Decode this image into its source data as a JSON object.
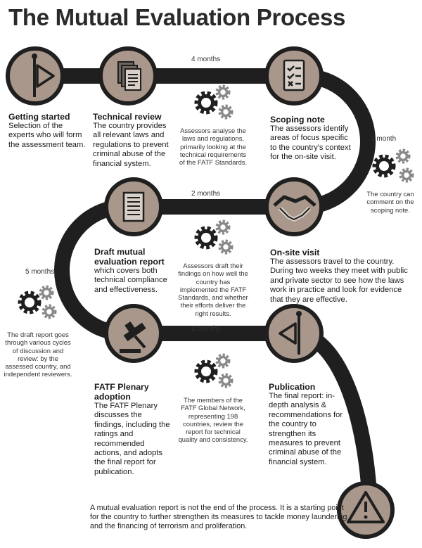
{
  "title": "The Mutual Evaluation Process",
  "colors": {
    "road": "#1f1f1f",
    "node_fill": "#a8978a",
    "node_ring": "#1f1f1f",
    "icon": "#1f1f1f"
  },
  "steps": [
    {
      "id": "getting-started",
      "icon": "play-flag-icon",
      "title": "Getting started",
      "body": "Selection of the experts who will form the assessment team."
    },
    {
      "id": "technical-review",
      "icon": "documents-icon",
      "title": "Technical review",
      "body": "The country provides all relevant laws and regulations to prevent criminal abuse of the financial system."
    },
    {
      "id": "scoping-note",
      "icon": "checklist-icon",
      "title": "Scoping note",
      "body": "The assessors identify areas of focus specific to the country's context for the on-site visit."
    },
    {
      "id": "on-site-visit",
      "icon": "handshake-icon",
      "title": "On-site visit",
      "body": "The assessors travel to the country. During two weeks they meet with public and private sector to see how the laws work in practice and look for evidence that they are effective."
    },
    {
      "id": "draft-report",
      "icon": "report-icon",
      "title": "Draft mutual evaluation report",
      "body": "which covers both technical compliance and effectiveness."
    },
    {
      "id": "plenary",
      "icon": "gavel-icon",
      "title": "FATF Plenary adoption",
      "body": "The FATF Plenary discusses the findings, including the ratings and recommended actions, and adopts the final report for publication."
    },
    {
      "id": "publication",
      "icon": "flag-icon",
      "title": "Publication",
      "body": "The final report: in-depth analysis & recommendations for the country to strengthen its measures to prevent criminal abuse of the financial system."
    },
    {
      "id": "end",
      "icon": "warning-icon"
    }
  ],
  "notes": {
    "n1": "Assessors analyse the laws and regulations, primarily looking at the technical requirements of the FATF Standards.",
    "n2": "The country can comment on the scoping note.",
    "n3": "Assessors draft their findings on how well the country has implemented the FATF Standards, and whether their efforts deliver the right results.",
    "n4": "The draft report goes through various cycles of discussion and review: by the assessed country, and independent reviewers.",
    "n5": "The members of the FATF Global Network, representing 198 countries, review the report for technical quality and consistency."
  },
  "durations": {
    "d1": "4 months",
    "d2": "1 month",
    "d3": "2 months",
    "d4": "5 months",
    "d5": "2 months"
  },
  "footer": "A mutual evaluation report is not the end of the process. It is a starting point for the country to further strengthen its measures to tackle money laundering and the financing of terrorism and proliferation."
}
